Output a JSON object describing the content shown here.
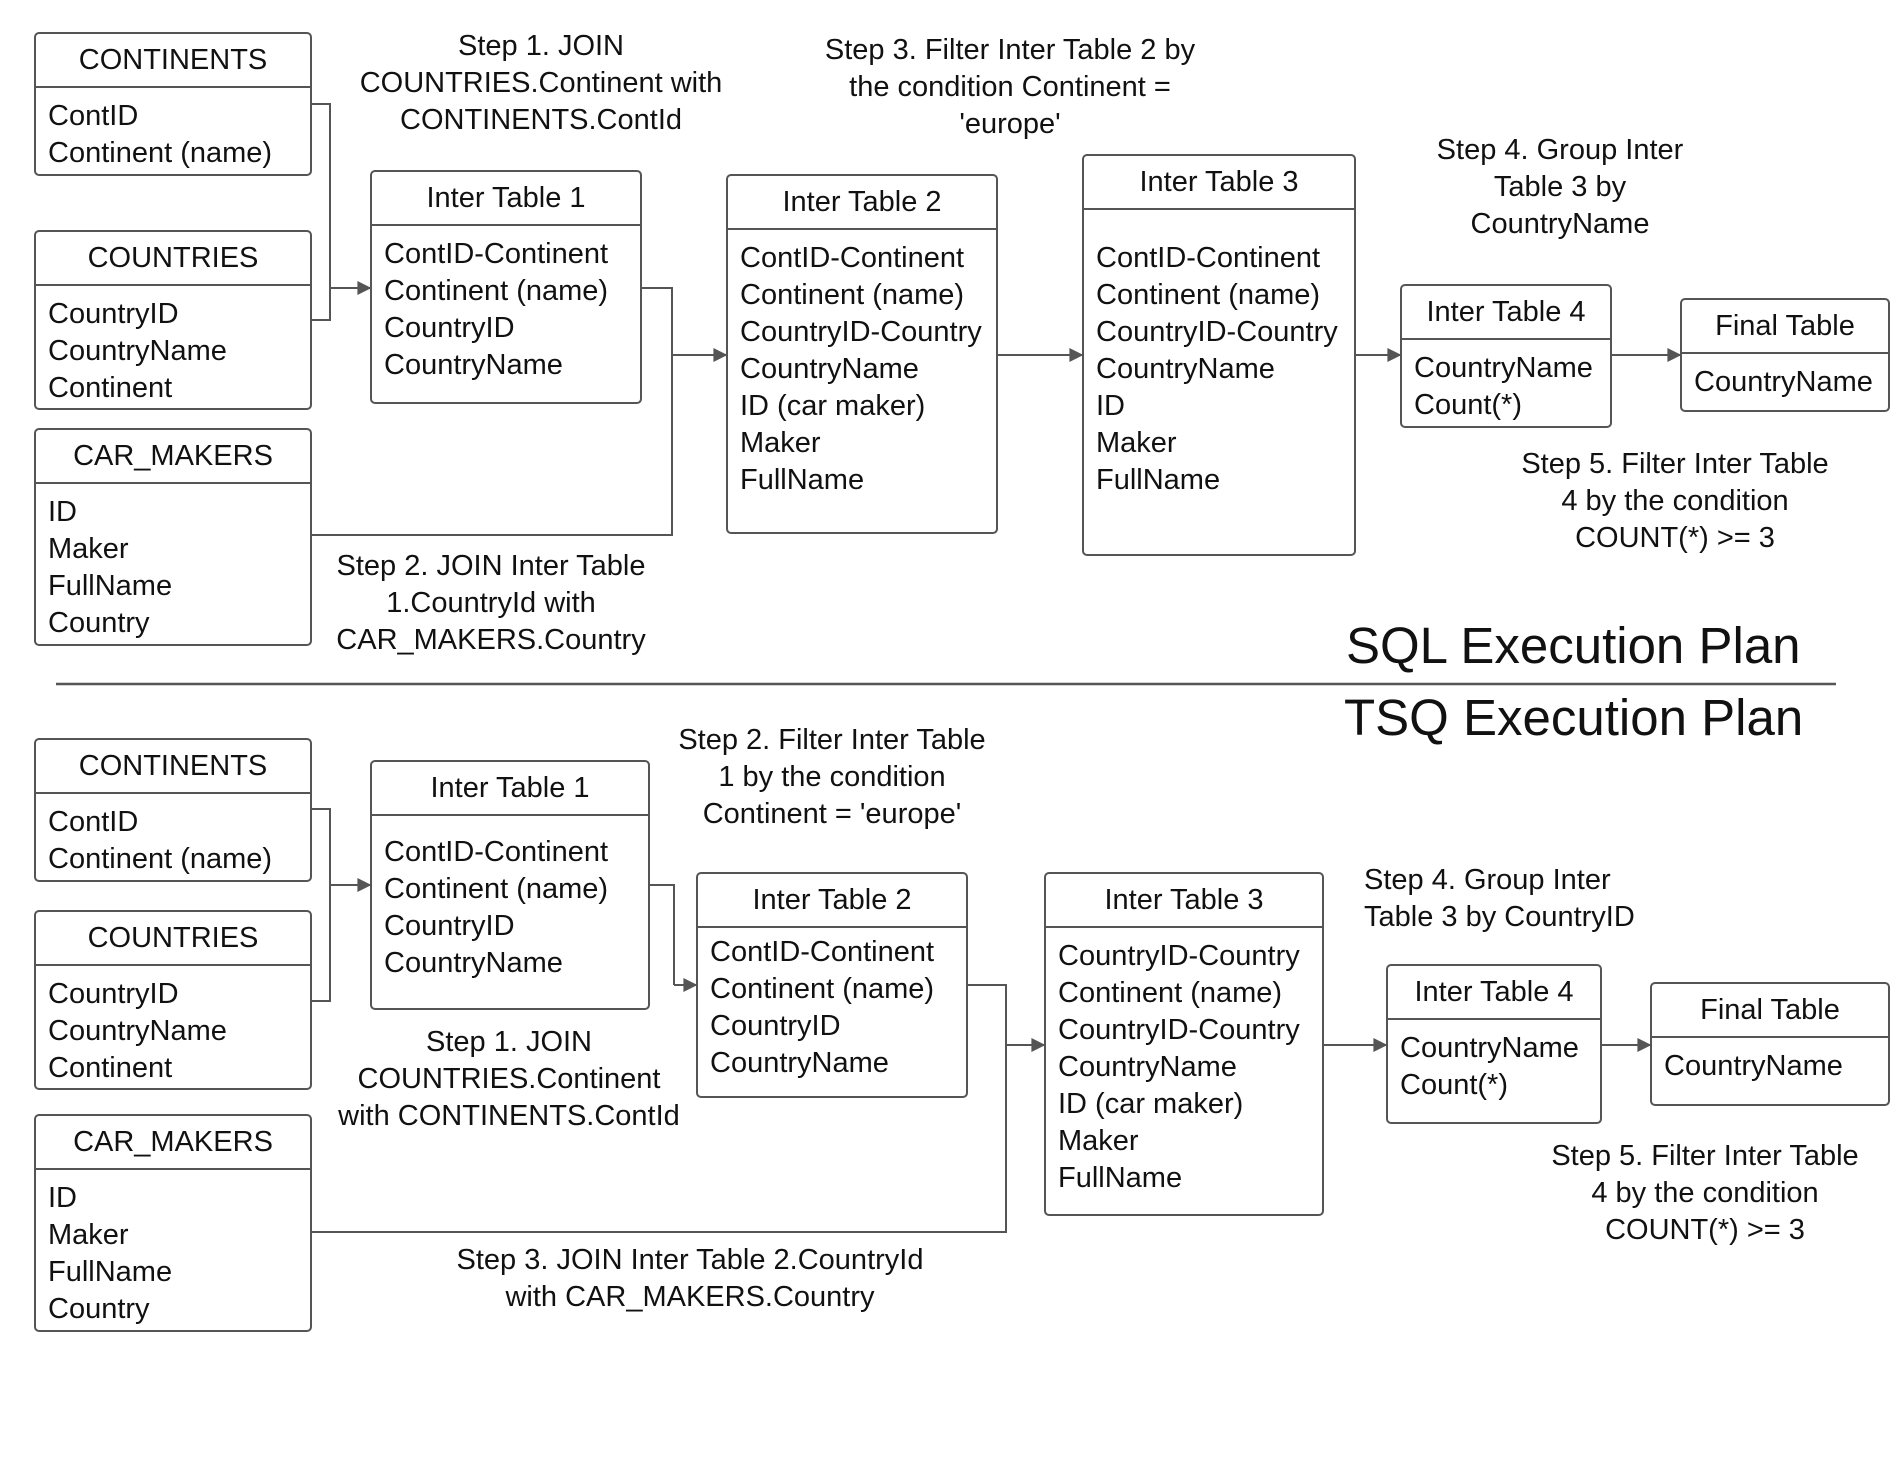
{
  "sql": {
    "title": "SQL Execution Plan",
    "tables": {
      "continents": {
        "name": "CONTINENTS",
        "fields": [
          "ContID",
          "Continent (name)"
        ]
      },
      "countries": {
        "name": "COUNTRIES",
        "fields": [
          "CountryID",
          "CountryName",
          "Continent"
        ]
      },
      "car_makers": {
        "name": "CAR_MAKERS",
        "fields": [
          "ID",
          "Maker",
          "FullName",
          "Country"
        ]
      },
      "inter1": {
        "name": "Inter Table 1",
        "fields": [
          "ContID-Continent",
          "Continent (name)",
          "CountryID",
          "CountryName"
        ]
      },
      "inter2": {
        "name": "Inter Table 2",
        "fields": [
          "ContID-Continent",
          "Continent (name)",
          "CountryID-Country",
          "CountryName",
          "ID (car maker)",
          "Maker",
          "FullName"
        ]
      },
      "inter3": {
        "name": "Inter Table 3",
        "fields": [
          "ContID-Continent",
          "Continent (name)",
          "CountryID-Country",
          "CountryName",
          "ID",
          "Maker",
          "FullName"
        ]
      },
      "inter4": {
        "name": "Inter Table 4",
        "fields": [
          "CountryName",
          "Count(*)"
        ]
      },
      "final": {
        "name": "Final Table",
        "fields": [
          "CountryName"
        ]
      }
    },
    "steps": {
      "s1": [
        "Step 1. JOIN",
        "COUNTRIES.Continent with",
        "CONTINENTS.ContId"
      ],
      "s2": [
        "Step 2. JOIN Inter Table",
        "1.CountryId with",
        "CAR_MAKERS.Country"
      ],
      "s3": [
        "Step 3. Filter Inter Table 2 by",
        "the condition Continent =",
        "'europe'"
      ],
      "s4": [
        "Step 4. Group Inter",
        "Table 3 by",
        "CountryName"
      ],
      "s5": [
        "Step 5. Filter Inter Table",
        "4 by the condition",
        "COUNT(*) >= 3"
      ]
    }
  },
  "tsq": {
    "title": "TSQ Execution Plan",
    "tables": {
      "continents": {
        "name": "CONTINENTS",
        "fields": [
          "ContID",
          "Continent (name)"
        ]
      },
      "countries": {
        "name": "COUNTRIES",
        "fields": [
          "CountryID",
          "CountryName",
          "Continent"
        ]
      },
      "car_makers": {
        "name": "CAR_MAKERS",
        "fields": [
          "ID",
          "Maker",
          "FullName",
          "Country"
        ]
      },
      "inter1": {
        "name": "Inter Table 1",
        "fields": [
          "ContID-Continent",
          "Continent (name)",
          "CountryID",
          "CountryName"
        ]
      },
      "inter2": {
        "name": "Inter Table 2",
        "fields": [
          "ContID-Continent",
          "Continent (name)",
          "CountryID",
          "CountryName"
        ]
      },
      "inter3": {
        "name": "Inter Table 3",
        "fields": [
          "CountryID-Country",
          "Continent (name)",
          "CountryID-Country",
          "CountryName",
          "ID (car maker)",
          "Maker",
          "FullName"
        ]
      },
      "inter4": {
        "name": "Inter Table 4",
        "fields": [
          "CountryName",
          "Count(*)"
        ]
      },
      "final": {
        "name": "Final Table",
        "fields": [
          "CountryName"
        ]
      }
    },
    "steps": {
      "s1": [
        "Step 1. JOIN",
        "COUNTRIES.Continent",
        "with CONTINENTS.ContId"
      ],
      "s2": [
        "Step 2. Filter Inter Table",
        "1 by the condition",
        "Continent = 'europe'"
      ],
      "s3": [
        "Step 3. JOIN Inter Table 2.CountryId",
        "with CAR_MAKERS.Country"
      ],
      "s4": [
        "Step 4. Group Inter",
        "Table 3 by CountryID"
      ],
      "s5": [
        "Step 5. Filter Inter Table",
        "4 by the condition",
        "COUNT(*) >= 3"
      ]
    }
  },
  "colors": {
    "line": "#555555",
    "text": "#111111",
    "background": "#ffffff"
  }
}
